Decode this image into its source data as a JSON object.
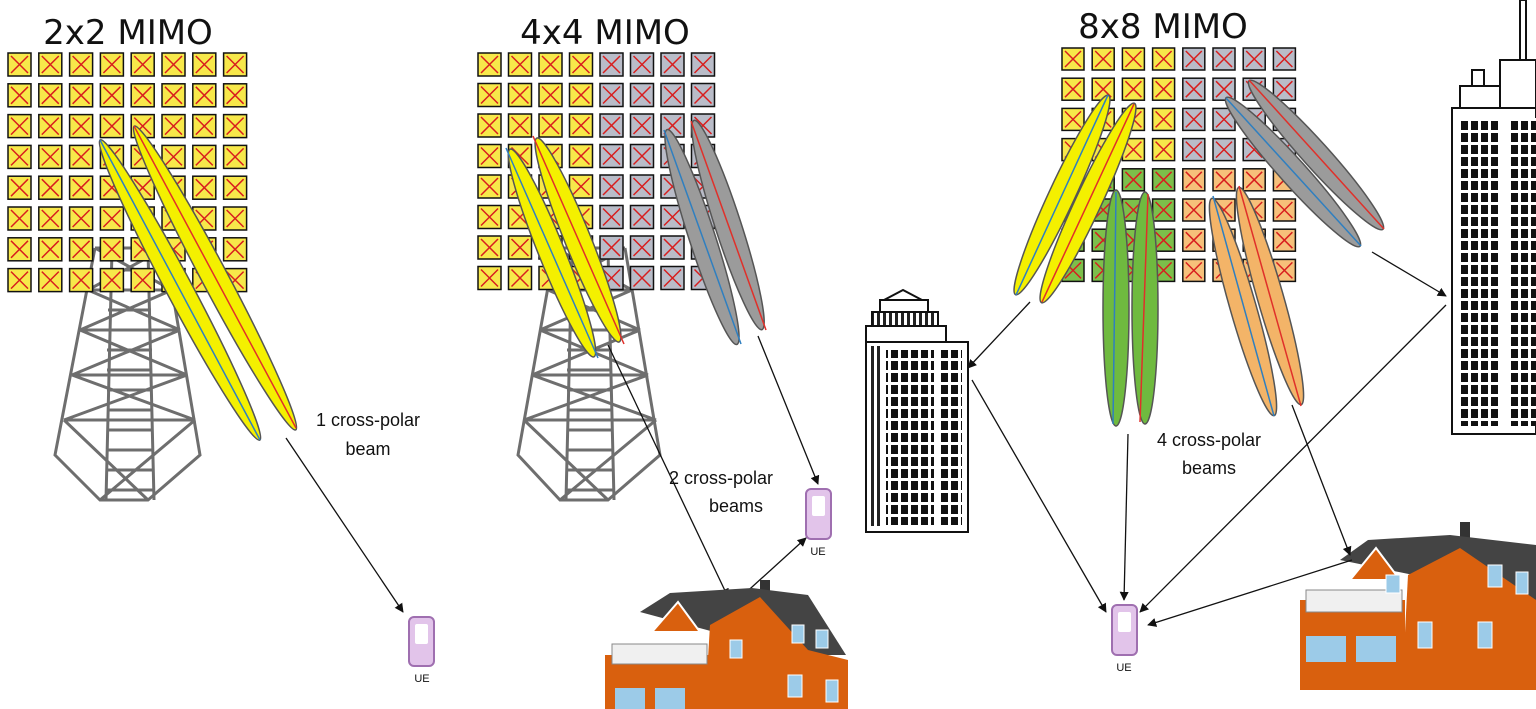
{
  "panels": [
    {
      "title": "2x2 MIMO",
      "beam_label_1": "1 cross-polar",
      "beam_label_2": "beam",
      "ue_label": "UE"
    },
    {
      "title": "4x4 MIMO",
      "beam_label_1": "2 cross-polar",
      "beam_label_2": "beams",
      "ue_label": "UE"
    },
    {
      "title": "8x8 MIMO",
      "beam_label_1": "4 cross-polar",
      "beam_label_2": "beams",
      "ue_label": "UE"
    }
  ],
  "colors": {
    "yellow_element": "#f7e84a",
    "grey_element": "#b9bcc8",
    "green_element": "#7cbf4a",
    "orange_element": "#f6c07a",
    "cross_red": "#d81e1e",
    "beam_yellow": "#f4f000",
    "beam_grey": "#9b9b9b",
    "beam_green": "#6fba3f",
    "beam_orange": "#f3b468",
    "polar_red": "#e0302a",
    "polar_blue": "#2f7fc0",
    "ue_fill": "#e2c4ea",
    "ue_stroke": "#9f6fb0",
    "house_orange": "#d9600e"
  },
  "icons": [
    "antenna-array",
    "cell-tower",
    "ue-phone",
    "office-building",
    "skyscraper",
    "house"
  ]
}
